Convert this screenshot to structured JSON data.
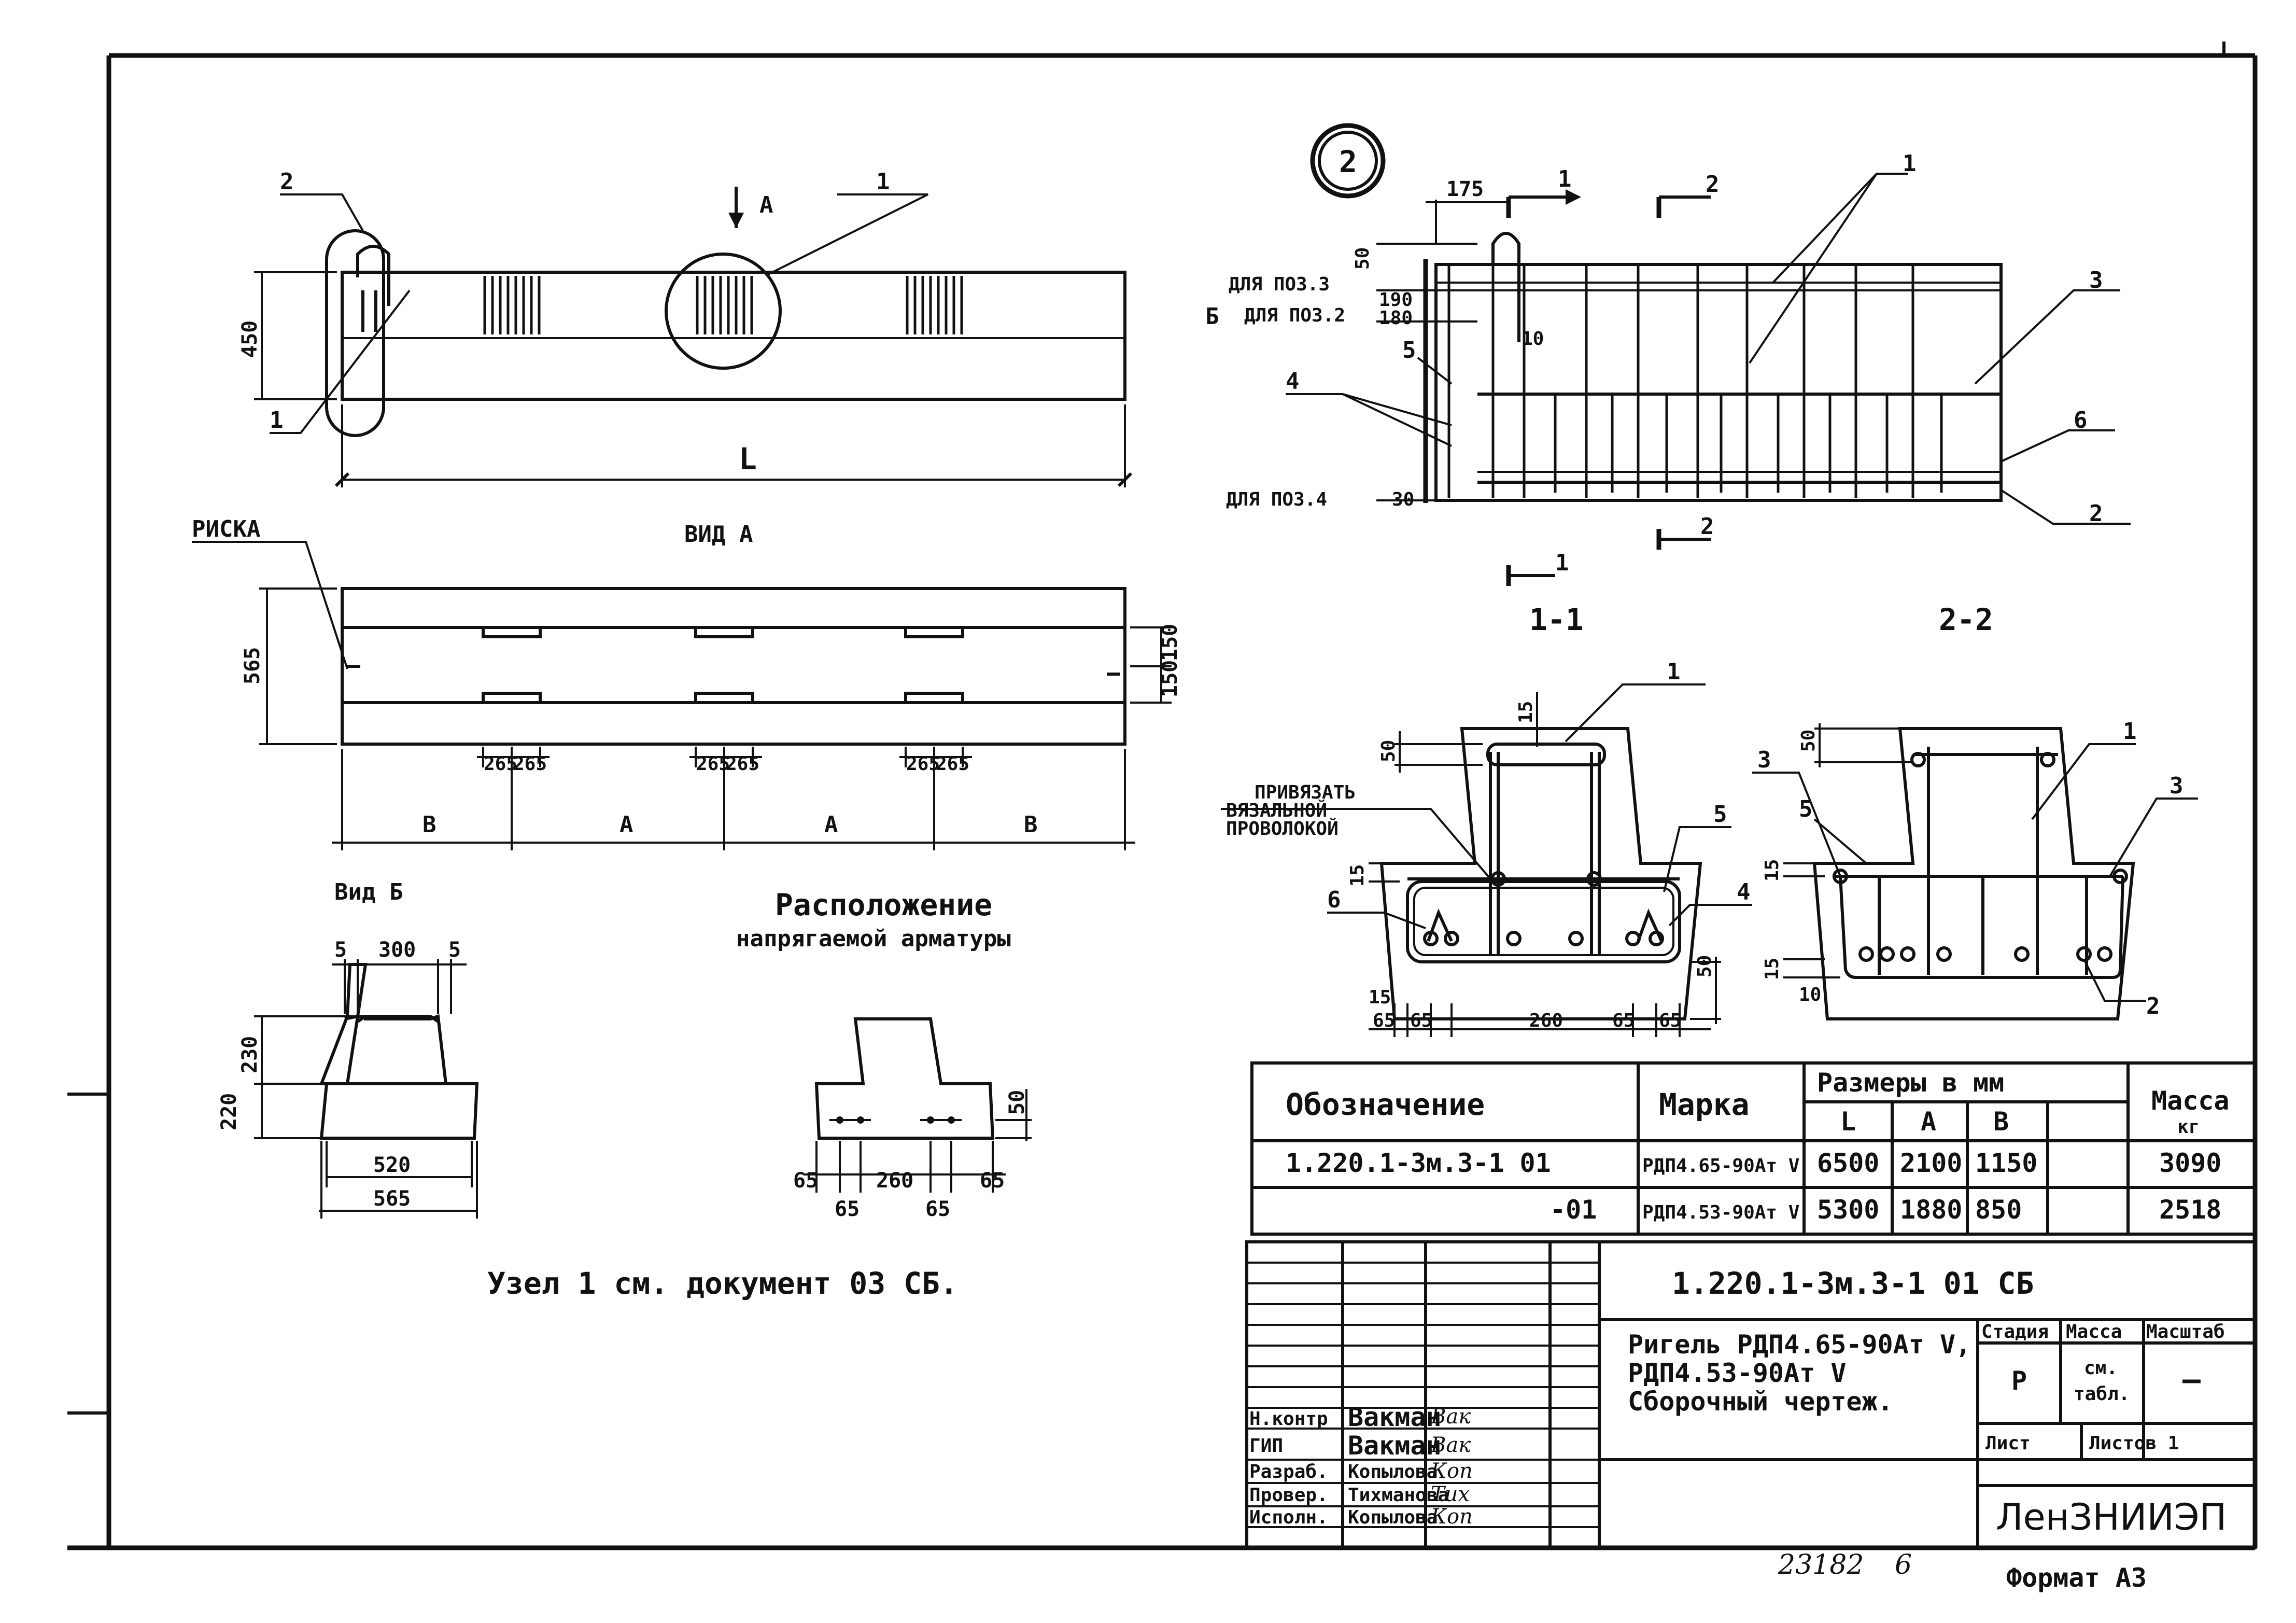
{
  "views": {
    "elevation": {
      "callouts": [
        "2",
        "1",
        "1"
      ],
      "arrow_label": "A",
      "height_dim": "450",
      "length_dim": "L"
    },
    "view_a": {
      "title": "ВИД A",
      "riska_label": "РИСКА",
      "height_dim": "565",
      "end_dims": [
        "150",
        "150"
      ],
      "pair_dims": [
        "265",
        "265",
        "265",
        "265",
        "265",
        "265"
      ],
      "spacing": [
        "B",
        "A",
        "A",
        "B"
      ]
    },
    "view_b": {
      "title": "Вид Б",
      "top_dims": [
        "5",
        "300",
        "5"
      ],
      "left_dims": [
        "230",
        "220"
      ],
      "bottom_dims": [
        "520",
        "565"
      ]
    },
    "prestress": {
      "title_line1": "Расположение",
      "title_line2": "напрягаемой арматуры",
      "right_dim": "50",
      "bottom_dims": [
        "65",
        "260",
        "65",
        "65",
        "65"
      ]
    },
    "node_note": "Узел 1 см. документ     03 СБ.",
    "node2": {
      "circle_label": "2",
      "top_dims": [
        "175"
      ],
      "section_marks": [
        "1",
        "2",
        "2",
        "1"
      ],
      "callouts": [
        "1",
        "3",
        "6",
        "2",
        "4",
        "5"
      ],
      "side_notes": [
        "ДЛЯ ПОЗ.3",
        "ДЛЯ ПОЗ.2",
        "ДЛЯ ПОЗ.4"
      ],
      "side_dims": [
        "50",
        "190",
        "180",
        "10",
        "30"
      ],
      "b_label": "Б",
      "section_titles": [
        "1-1",
        "2-2"
      ]
    },
    "section_1_1": {
      "note_line1": "ПРИВЯЗАТЬ",
      "note_line2": "ВЯЗАЛЬНОЙ",
      "note_line3": "ПРОВОЛОКОЙ",
      "callouts": [
        "1",
        "5",
        "6",
        "4"
      ],
      "dims_top": [
        "50",
        "15"
      ],
      "dims_left": [
        "15"
      ],
      "dims_bottom": [
        "15",
        "65",
        "65",
        "260",
        "65",
        "65"
      ],
      "dims_right": [
        "50"
      ]
    },
    "section_2_2": {
      "callouts": [
        "1",
        "3",
        "3",
        "5",
        "2"
      ],
      "dims": [
        "50",
        "15",
        "15",
        "10"
      ]
    }
  },
  "spec_table": {
    "headers": {
      "designation": "Обозначение",
      "mark": "Марка",
      "sizes": "Размеры  в  мм",
      "L": "L",
      "A": "A",
      "B": "B",
      "mass": "Масса",
      "mass_unit": "кг"
    },
    "rows": [
      {
        "designation": "1.220.1-3м.3-1  01",
        "mark": "РДП4.65-90Ат V",
        "L": "6500",
        "A": "2100",
        "B": "1150",
        "mass": "3090"
      },
      {
        "designation": "-01",
        "mark": "РДП4.53-90Ат V",
        "L": "5300",
        "A": "1880",
        "B": "850",
        "mass": "2518"
      }
    ]
  },
  "title_block": {
    "doc_code": "1.220.1-3м.3-1     01 СБ",
    "title_line1": "Ригель РДП4.65-90Ат V,",
    "title_line2": "РДП4.53-90Ат V",
    "title_line3": "Сборочный чертеж.",
    "stage_label": "Стадия",
    "stage_value": "Р",
    "mass_label": "Масса",
    "mass_value_1": "см.",
    "mass_value_2": "табл.",
    "scale_label": "Масштаб",
    "scale_value": "—",
    "sheet_label": "Лист",
    "sheets_label": "Листов 1",
    "org": "ЛенЗНИИЭП",
    "roles": [
      {
        "role": "Н.контр",
        "name": "Вакман",
        "sign": "Вак"
      },
      {
        "role": "ГИП",
        "name": "Вакман",
        "sign": "Вак"
      },
      {
        "role": "Разраб.",
        "name": "Копылова",
        "sign": "Коп"
      },
      {
        "role": "Провер.",
        "name": "Тихманова",
        "sign": "Тих"
      },
      {
        "role": "Исполн.",
        "name": "Копылова",
        "sign": "Коп"
      }
    ]
  },
  "footer": {
    "inventory_no": "23182",
    "inventory_suffix": "6",
    "format_label": "Формат А3"
  }
}
